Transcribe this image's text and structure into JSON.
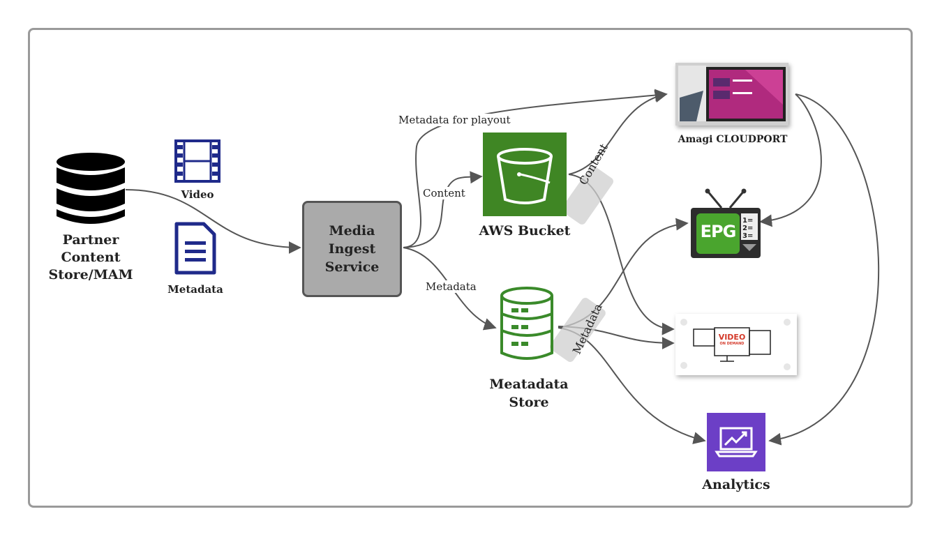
{
  "nodes": {
    "partner_store": "Partner Content\nStore/MAM",
    "video": "Video",
    "metadata_doc": "Metadata",
    "ingest": "Media\nIngest\nService",
    "aws_bucket": "AWS Bucket",
    "metadata_store": "Meatadata\nStore",
    "cloudport": "Amagi CLOUDPORT",
    "analytics": "Analytics",
    "epg_badge": "EPG",
    "vod_line1": "VIDEO",
    "vod_line2": "ON DEMAND"
  },
  "edges": {
    "metadata_for_playout": "Metadata for playout",
    "content": "Content",
    "metadata": "Metadata",
    "content_fan": "Content",
    "metadata_fan": "Metadata"
  },
  "colors": {
    "aws_green": "#3f8624",
    "store_green": "#3a8a2a",
    "analytics_purple": "#6c3fc6",
    "icon_navy": "#1f2a8a",
    "ingest_gray": "#aaaaaa",
    "arrow": "#555555"
  }
}
